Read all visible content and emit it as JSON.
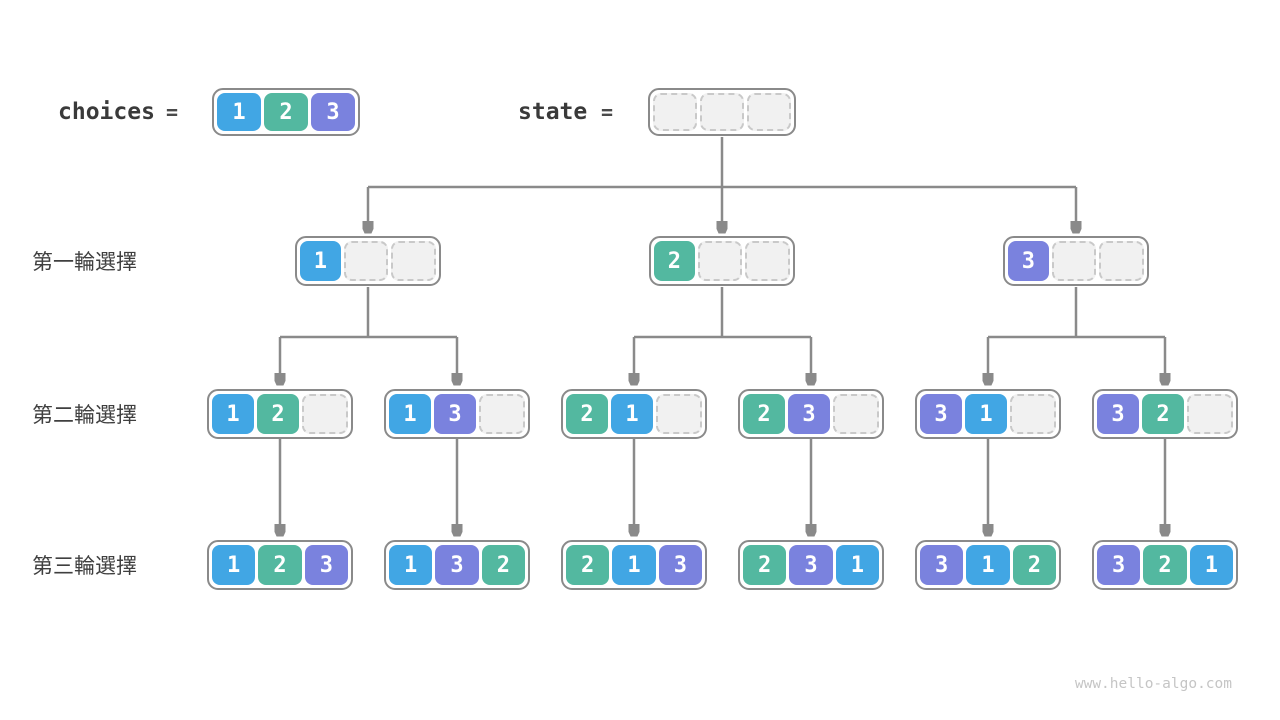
{
  "colors": {
    "1": "#41a6e4",
    "2": "#53b8a0",
    "3": "#7a82de",
    "connector": "#8a8a8a",
    "empty_cell_fill": "#f1f1f1",
    "empty_cell_border": "#c9c9c9",
    "node_border": "#8a8a8a"
  },
  "header": {
    "choices_label": "choices",
    "choices_equals": "=",
    "choices_values": [
      1,
      2,
      3
    ],
    "state_label": "state",
    "state_equals": "=",
    "state_values": [
      null,
      null,
      null
    ]
  },
  "rows": [
    {
      "label": "第一輪選擇",
      "nodes": [
        [
          1,
          null,
          null
        ],
        [
          2,
          null,
          null
        ],
        [
          3,
          null,
          null
        ]
      ]
    },
    {
      "label": "第二輪選擇",
      "nodes": [
        [
          1,
          2,
          null
        ],
        [
          1,
          3,
          null
        ],
        [
          2,
          1,
          null
        ],
        [
          2,
          3,
          null
        ],
        [
          3,
          1,
          null
        ],
        [
          3,
          2,
          null
        ]
      ]
    },
    {
      "label": "第三輪選擇",
      "nodes": [
        [
          1,
          2,
          3
        ],
        [
          1,
          3,
          2
        ],
        [
          2,
          1,
          3
        ],
        [
          2,
          3,
          1
        ],
        [
          3,
          1,
          2
        ],
        [
          3,
          2,
          1
        ]
      ]
    }
  ],
  "footer": {
    "watermark": "www.hello-algo.com"
  }
}
